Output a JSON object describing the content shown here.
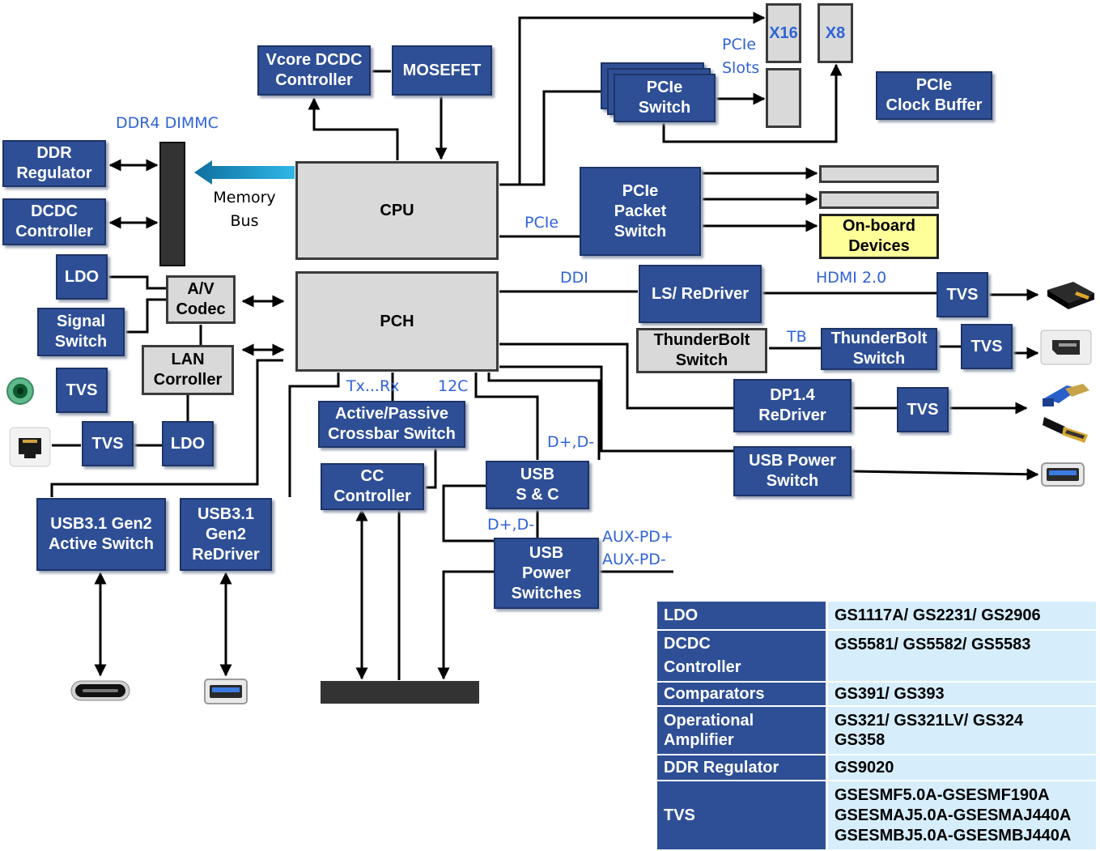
{
  "colors": {
    "box_blue": "#2e4f96",
    "box_gray": "#d9d9d9",
    "label_blue": "#2f63d6",
    "onboard_yellow": "#ffff99",
    "table_value_bg": "#d6eefc"
  },
  "blocks": {
    "vcore": "Vcore DCDC\nController",
    "mosfet": "MOSEFET",
    "ddr_reg": "DDR\nRegulator",
    "dcdc": "DCDC\nController",
    "ldo1": "LDO",
    "signal_switch": "Signal\nSwitch",
    "tvs1": "TVS",
    "tvs2": "TVS",
    "ldo2": "LDO",
    "cpu": "CPU",
    "pch": "PCH",
    "av_codec": "A/V\nCodec",
    "lan": "LAN\nCorroller",
    "pcie_switch": "PCIe\nSwitch",
    "x16": "X16",
    "x8": "X8",
    "pcie_clock": "PCIe\nClock Buffer",
    "pcie_packet": "PCIe\nPacket\nSwitch",
    "onboard": "On-board\nDevices",
    "ls_redriver": "LS/ ReDriver",
    "tvs_hdmi": "TVS",
    "tb_switch_gray": "ThunderBolt\nSwitch",
    "tb_switch_blue": "ThunderBolt\nSwitch",
    "tvs_tb": "TVS",
    "dp_redriver": "DP1.4\nReDriver",
    "tvs_dp": "TVS",
    "usb_power_switch": "USB Power\nSwitch",
    "crossbar": "Active/Passive\nCrossbar Switch",
    "cc": "CC\nController",
    "usb_sc": "USB\nS & C",
    "usb_power_switches": "USB\nPower\nSwitches",
    "usb31_active": "USB3.1 Gen2\nActive Switch",
    "usb31_redriver": "USB3.1\nGen2\nReDriver"
  },
  "labels": {
    "ddr4": "DDR4 DIMMC",
    "memory_bus": "Memory\nBus",
    "pcie_slots": "PCIe\nSlots",
    "pcie": "PCIe",
    "ddi": "DDI",
    "hdmi": "HDMI 2.0",
    "tb": "TB",
    "txrx": "Tx...Rx",
    "i2c": "12C",
    "dpdm1": "D+,D-",
    "dpdm2": "D+,D-",
    "aux_p": "AUX-PD+",
    "aux_m": "AUX-PD-"
  },
  "icons": [
    "audio-jack-icon",
    "rj45-port-icon",
    "hdmi-plug-icon",
    "mini-displayport-icon",
    "vga-connector-icon",
    "displayport-plug-icon",
    "usb-a-port-icon",
    "usb-c-port-icon"
  ],
  "table": [
    {
      "part": "LDO",
      "models": "GS1117A/ GS2231/ GS2906"
    },
    {
      "part": "DCDC\nController",
      "models": "GS5581/ GS5582/ GS5583"
    },
    {
      "part": "Comparators",
      "models": "GS391/ GS393"
    },
    {
      "part": "Operational\nAmplifier",
      "models": "GS321/ GS321LV/  GS324\nGS358"
    },
    {
      "part": "DDR Regulator",
      "models": "GS9020"
    },
    {
      "part": "TVS",
      "models": "GSESMF5.0A-GSESMF190A\nGSESMAJ5.0A-GSESMAJ440A\nGSESMBJ5.0A-GSESMBJ440A"
    }
  ]
}
